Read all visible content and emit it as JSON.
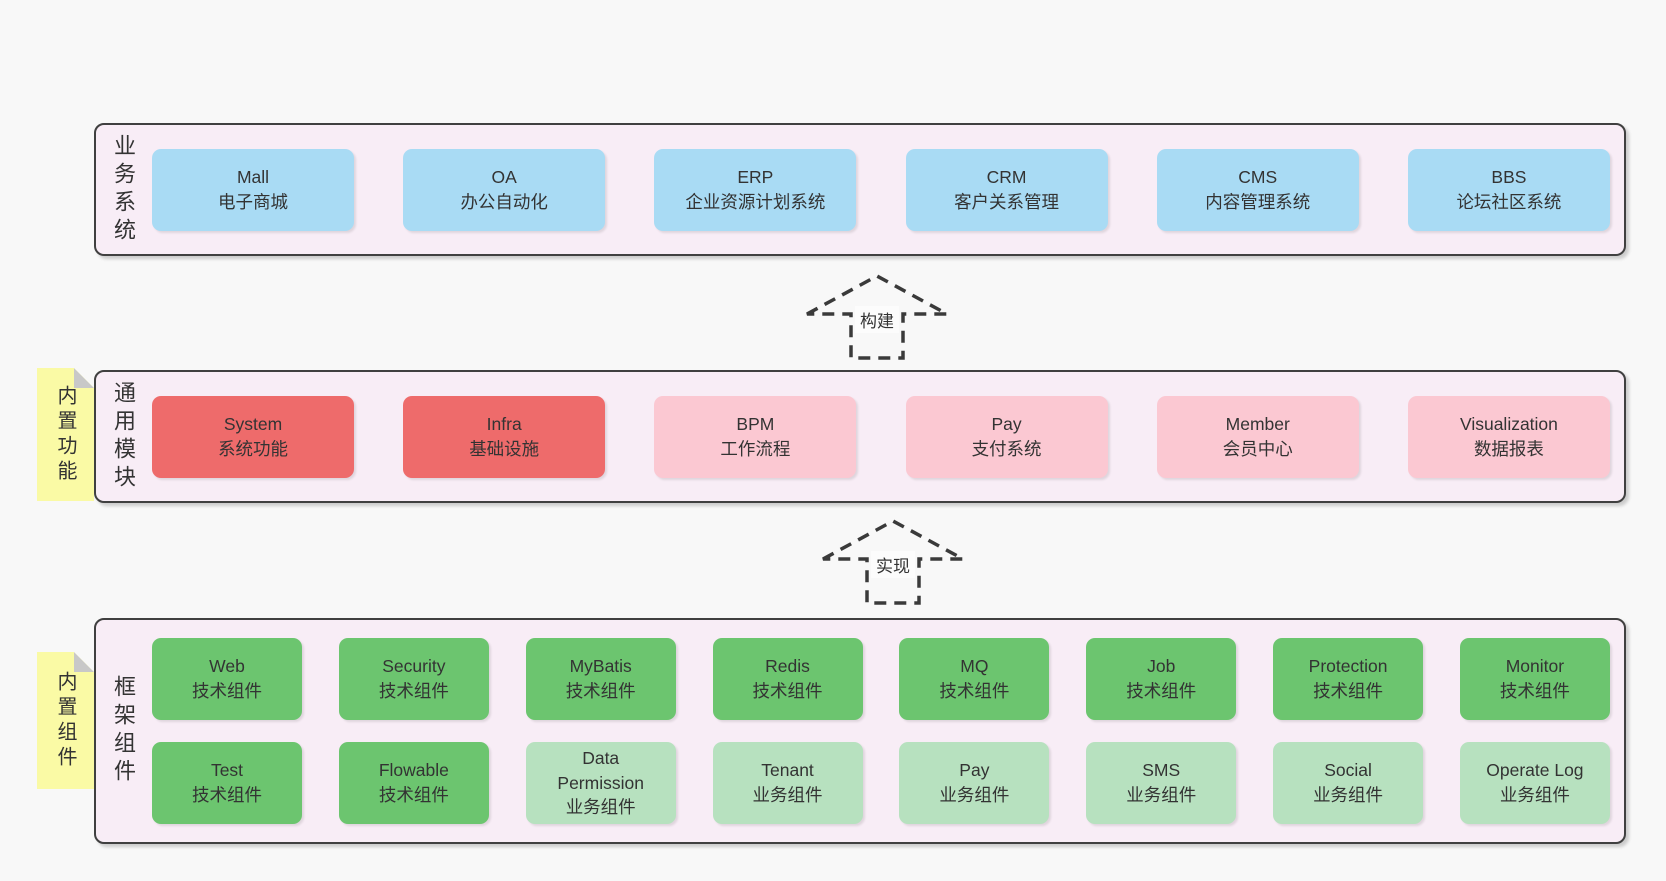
{
  "colors": {
    "pageBg": "#f8f8f8",
    "containerBg": "#f8edf6",
    "border": "#404040",
    "text": "#333333",
    "blue": "#a9dbf4",
    "red": "#ee6b6b",
    "pink": "#fbc8d2",
    "green": "#6cc56f",
    "lightgreen": "#b7e1bf",
    "noteYellow": "#fafaa5",
    "noteFold": "#c8c8c8",
    "arrowStroke": "#3a3a3a",
    "labelBg": "#fcfcfc"
  },
  "sections": {
    "business": {
      "label": "业务系统",
      "boxes": [
        {
          "title": "Mall",
          "subtitle": "电子商城"
        },
        {
          "title": "OA",
          "subtitle": "办公自动化"
        },
        {
          "title": "ERP",
          "subtitle": "企业资源计划系统"
        },
        {
          "title": "CRM",
          "subtitle": "客户关系管理"
        },
        {
          "title": "CMS",
          "subtitle": "内容管理系统"
        },
        {
          "title": "BBS",
          "subtitle": "论坛社区系统"
        }
      ]
    },
    "modules": {
      "label": "通用模块",
      "note": "内置功能",
      "boxes": [
        {
          "title": "System",
          "subtitle": "系统功能"
        },
        {
          "title": "Infra",
          "subtitle": "基础设施"
        },
        {
          "title": "BPM",
          "subtitle": "工作流程"
        },
        {
          "title": "Pay",
          "subtitle": "支付系统"
        },
        {
          "title": "Member",
          "subtitle": "会员中心"
        },
        {
          "title": "Visualization",
          "subtitle": "数据报表"
        }
      ]
    },
    "components": {
      "label": "框架组件",
      "note": "内置组件",
      "rows": [
        [
          {
            "title": "Web",
            "subtitle": "技术组件"
          },
          {
            "title": "Security",
            "subtitle": "技术组件"
          },
          {
            "title": "MyBatis",
            "subtitle": "技术组件"
          },
          {
            "title": "Redis",
            "subtitle": "技术组件"
          },
          {
            "title": "MQ",
            "subtitle": "技术组件"
          },
          {
            "title": "Job",
            "subtitle": "技术组件"
          },
          {
            "title": "Protection",
            "subtitle": "技术组件"
          },
          {
            "title": "Monitor",
            "subtitle": "技术组件"
          }
        ],
        [
          {
            "title": "Test",
            "subtitle": "技术组件"
          },
          {
            "title": "Flowable",
            "subtitle": "技术组件"
          },
          {
            "title": "Data Permission",
            "subtitle": "业务组件"
          },
          {
            "title": "Tenant",
            "subtitle": "业务组件"
          },
          {
            "title": "Pay",
            "subtitle": "业务组件"
          },
          {
            "title": "SMS",
            "subtitle": "业务组件"
          },
          {
            "title": "Social",
            "subtitle": "业务组件"
          },
          {
            "title": "Operate Log",
            "subtitle": "业务组件"
          }
        ]
      ]
    }
  },
  "arrows": {
    "build": {
      "label": "构建"
    },
    "implement": {
      "label": "实现"
    }
  }
}
